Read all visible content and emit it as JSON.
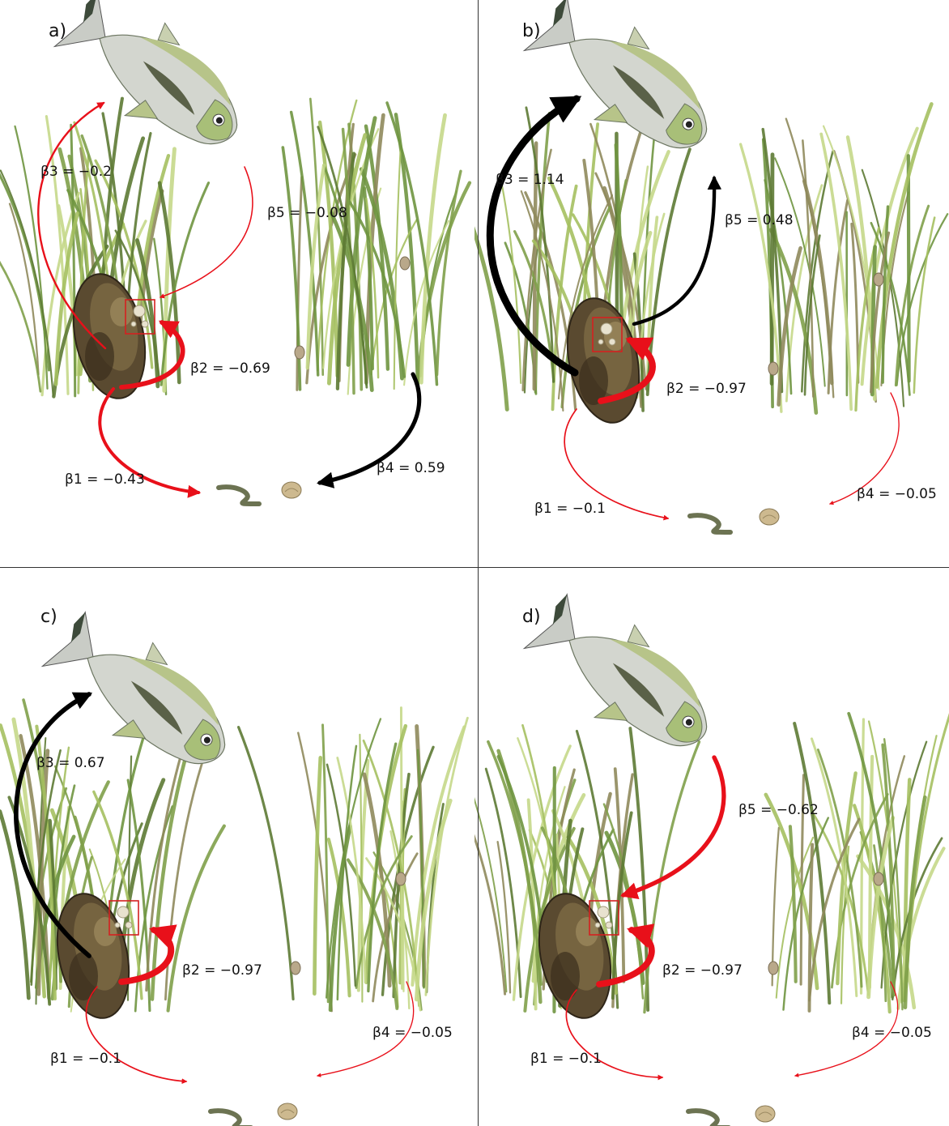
{
  "panels": [
    {
      "label": "a)",
      "arrows": [
        {
          "id": "b3",
          "text": "β3 = −0.2",
          "value": -0.2
        },
        {
          "id": "b5",
          "text": "β5 = −0.08",
          "value": -0.08
        },
        {
          "id": "b2",
          "text": "β2 = −0.69",
          "value": -0.69
        },
        {
          "id": "b1",
          "text": "β1 = −0.43",
          "value": -0.43
        },
        {
          "id": "b4",
          "text": "β4 = 0.59",
          "value": 0.59
        }
      ]
    },
    {
      "label": "b)",
      "arrows": [
        {
          "id": "b3",
          "text": "β3 = 1.14",
          "value": 1.14
        },
        {
          "id": "b5",
          "text": "β5 = 0.48",
          "value": 0.48
        },
        {
          "id": "b2",
          "text": "β2 = −0.97",
          "value": -0.97
        },
        {
          "id": "b1",
          "text": "β1 = −0.1",
          "value": -0.1
        },
        {
          "id": "b4",
          "text": "β4 = −0.05",
          "value": -0.05
        }
      ]
    },
    {
      "label": "c)",
      "arrows": [
        {
          "id": "b3",
          "text": "β3 = 0.67",
          "value": 0.67
        },
        {
          "id": "b2",
          "text": "β2 = −0.97",
          "value": -0.97
        },
        {
          "id": "b1",
          "text": "β1 = −0.1",
          "value": -0.1
        },
        {
          "id": "b4",
          "text": "β4 = −0.05",
          "value": -0.05
        }
      ]
    },
    {
      "label": "d)",
      "arrows": [
        {
          "id": "b5",
          "text": "β5 = −0.62",
          "value": -0.62
        },
        {
          "id": "b2",
          "text": "β2 = −0.97",
          "value": -0.97
        },
        {
          "id": "b1",
          "text": "β1 = −0.1",
          "value": -0.1
        },
        {
          "id": "b4",
          "text": "β4 = −0.05",
          "value": -0.05
        }
      ]
    }
  ],
  "colors": {
    "positive": "#000000",
    "negative": "#e8101a",
    "box": "#d42020"
  },
  "icons": [
    "fish-icon",
    "seagrass-icon",
    "oyster-icon",
    "worm-icon",
    "clam-icon",
    "snail-icon"
  ]
}
